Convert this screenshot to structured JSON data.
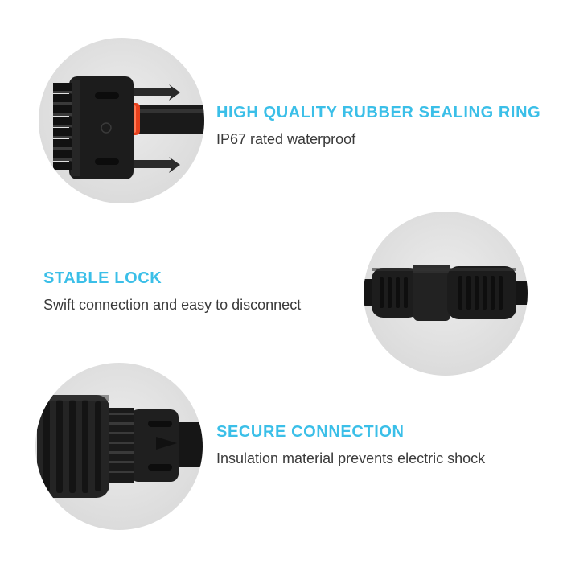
{
  "features": [
    {
      "title": "HIGH QUALITY RUBBER SEALING RING",
      "description": "IP67 rated waterproof",
      "image_icon": "connector-o-ring-photo"
    },
    {
      "title": "STABLE LOCK",
      "description": "Swift connection and easy to disconnect",
      "image_icon": "coupled-connector-photo"
    },
    {
      "title": "SECURE CONNECTION",
      "description": "Insulation material prevents electric shock",
      "image_icon": "connector-nut-photo"
    }
  ],
  "colors": {
    "accent": "#3bbfe8",
    "text": "#3a3a3a",
    "circle_bg": "#dcdcdc",
    "connector": "#1c1c1c",
    "seal_ring": "#e8401c"
  }
}
